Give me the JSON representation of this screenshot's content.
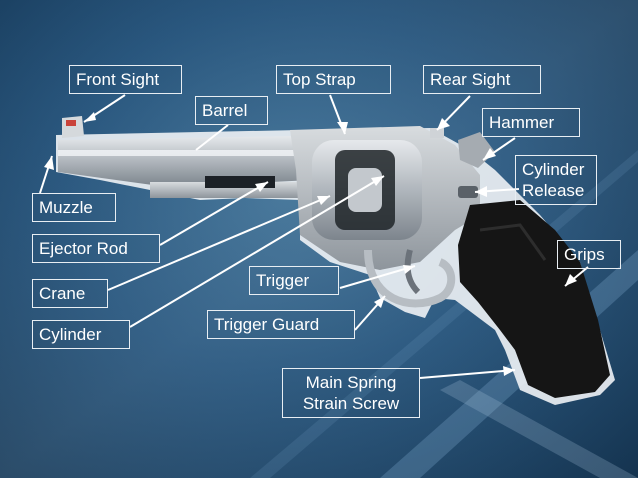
{
  "slide": {
    "labels": {
      "front_sight": "Front Sight",
      "top_strap": "Top Strap",
      "rear_sight": "Rear Sight",
      "barrel": "Barrel",
      "hammer": "Hammer",
      "cylinder_release": "Cylinder Release",
      "muzzle": "Muzzle",
      "ejector_rod": "Ejector Rod",
      "grips": "Grips",
      "trigger": "Trigger",
      "crane": "Crane",
      "trigger_guard": "Trigger Guard",
      "cylinder": "Cylinder",
      "main_spring": "Main Spring Strain Screw"
    }
  },
  "colors": {
    "background": "#24527a",
    "label_border": "#e8eef3",
    "pointer": "#ffffff",
    "steel": "#b9bec4",
    "grip": "#151515"
  },
  "image": {
    "subject": "revolver"
  }
}
